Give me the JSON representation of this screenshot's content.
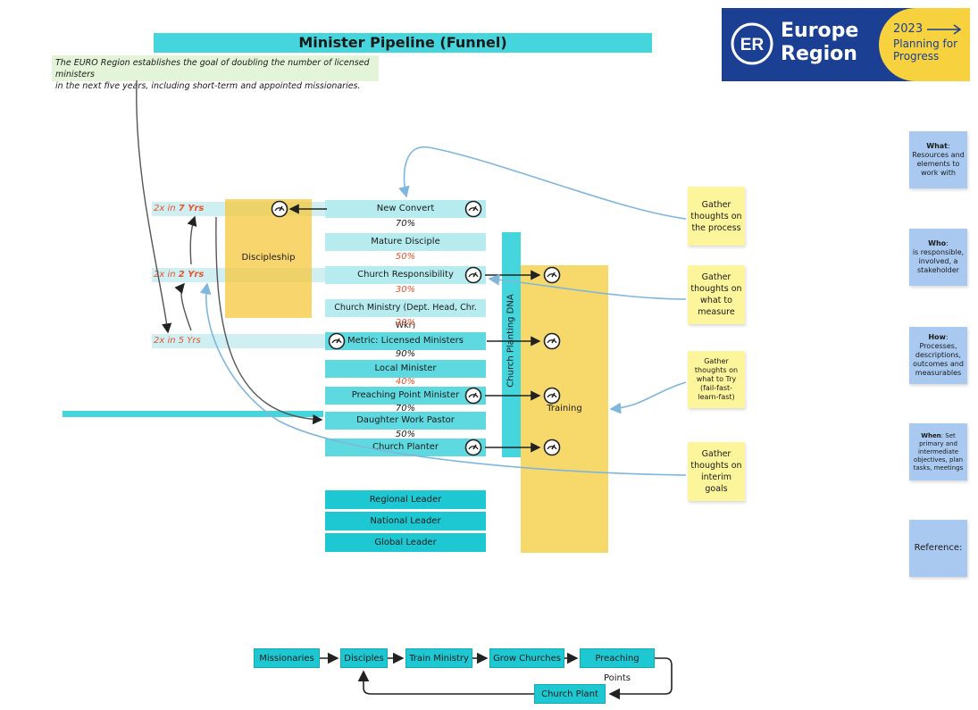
{
  "title": "Minister Pipeline (Funnel)",
  "intro": {
    "line1": "The EURO Region establishes the goal of doubling the number of licensed ministers",
    "line2": "in the next five years, including short-term and appointed missionaries."
  },
  "logo": {
    "word1": "Europe",
    "word2": "Region",
    "year": "2023",
    "sub1": "Planning for",
    "sub2": "Progress",
    "colors": {
      "brand_blue": "#1a3f93",
      "brand_yellow": "#f7d13e"
    }
  },
  "stages": [
    {
      "label": "New Convert"
    },
    {
      "label": "Mature Disciple"
    },
    {
      "label": "Church Responsibility"
    },
    {
      "label": "Church Ministry (Dept. Head, Chr. Wkr)"
    },
    {
      "label": "Metric: Licensed Ministers"
    },
    {
      "label": "Local Minister"
    },
    {
      "label": "Preaching Point Minister"
    },
    {
      "label": "Daughter Work Pastor"
    },
    {
      "label": "Church Planter"
    }
  ],
  "percentages": [
    "70%",
    "50%",
    "30%",
    "20%",
    "90%",
    "40%",
    "70%",
    "50%"
  ],
  "multipliers": [
    {
      "prefix": "2x in ",
      "bold": "7 Yrs"
    },
    {
      "prefix": "2x in ",
      "bold": "2 Yrs"
    },
    {
      "prefix": "2x in 5 Yrs",
      "bold": ""
    }
  ],
  "discipleship_label": "Discipleship",
  "dna_label": "Church Planting DNA",
  "training_label": "Training",
  "leaders": [
    "Regional Leader",
    "National Leader",
    "Global Leader"
  ],
  "stickies": [
    "Gather thoughts on the process",
    "Gather thoughts on what to measure",
    "Gather thoughts on what to Try (fail-fast-learn-fast)",
    "Gather thoughts on interim goals"
  ],
  "blue_notes": [
    {
      "label": "What",
      "text": "Resources and elements to work with"
    },
    {
      "label": "Who",
      "text": "is responsible, involved, a stakeholder"
    },
    {
      "label": "How",
      "text": "Processes, descriptions, outcomes and measurables"
    },
    {
      "label": "When",
      "text": "Set primary and intermediate objectives, plan tasks, meetings"
    },
    {
      "label": "",
      "text": "Reference:"
    }
  ],
  "flow": {
    "top": [
      "Missionaries",
      "Disciples",
      "Train Ministry",
      "Grow Churches",
      "Preaching Points"
    ],
    "bottom": "Church Plant"
  },
  "colors": {
    "accent": "#45d6dd",
    "stage_light": "#b6ecef",
    "stage_dark": "#5fd9e0",
    "leader": "#1dc8d2",
    "highlight": "#e8532c",
    "yellow": "#f7d86a",
    "sticky": "#fcf59c",
    "note_blue": "#a9c9f0"
  }
}
